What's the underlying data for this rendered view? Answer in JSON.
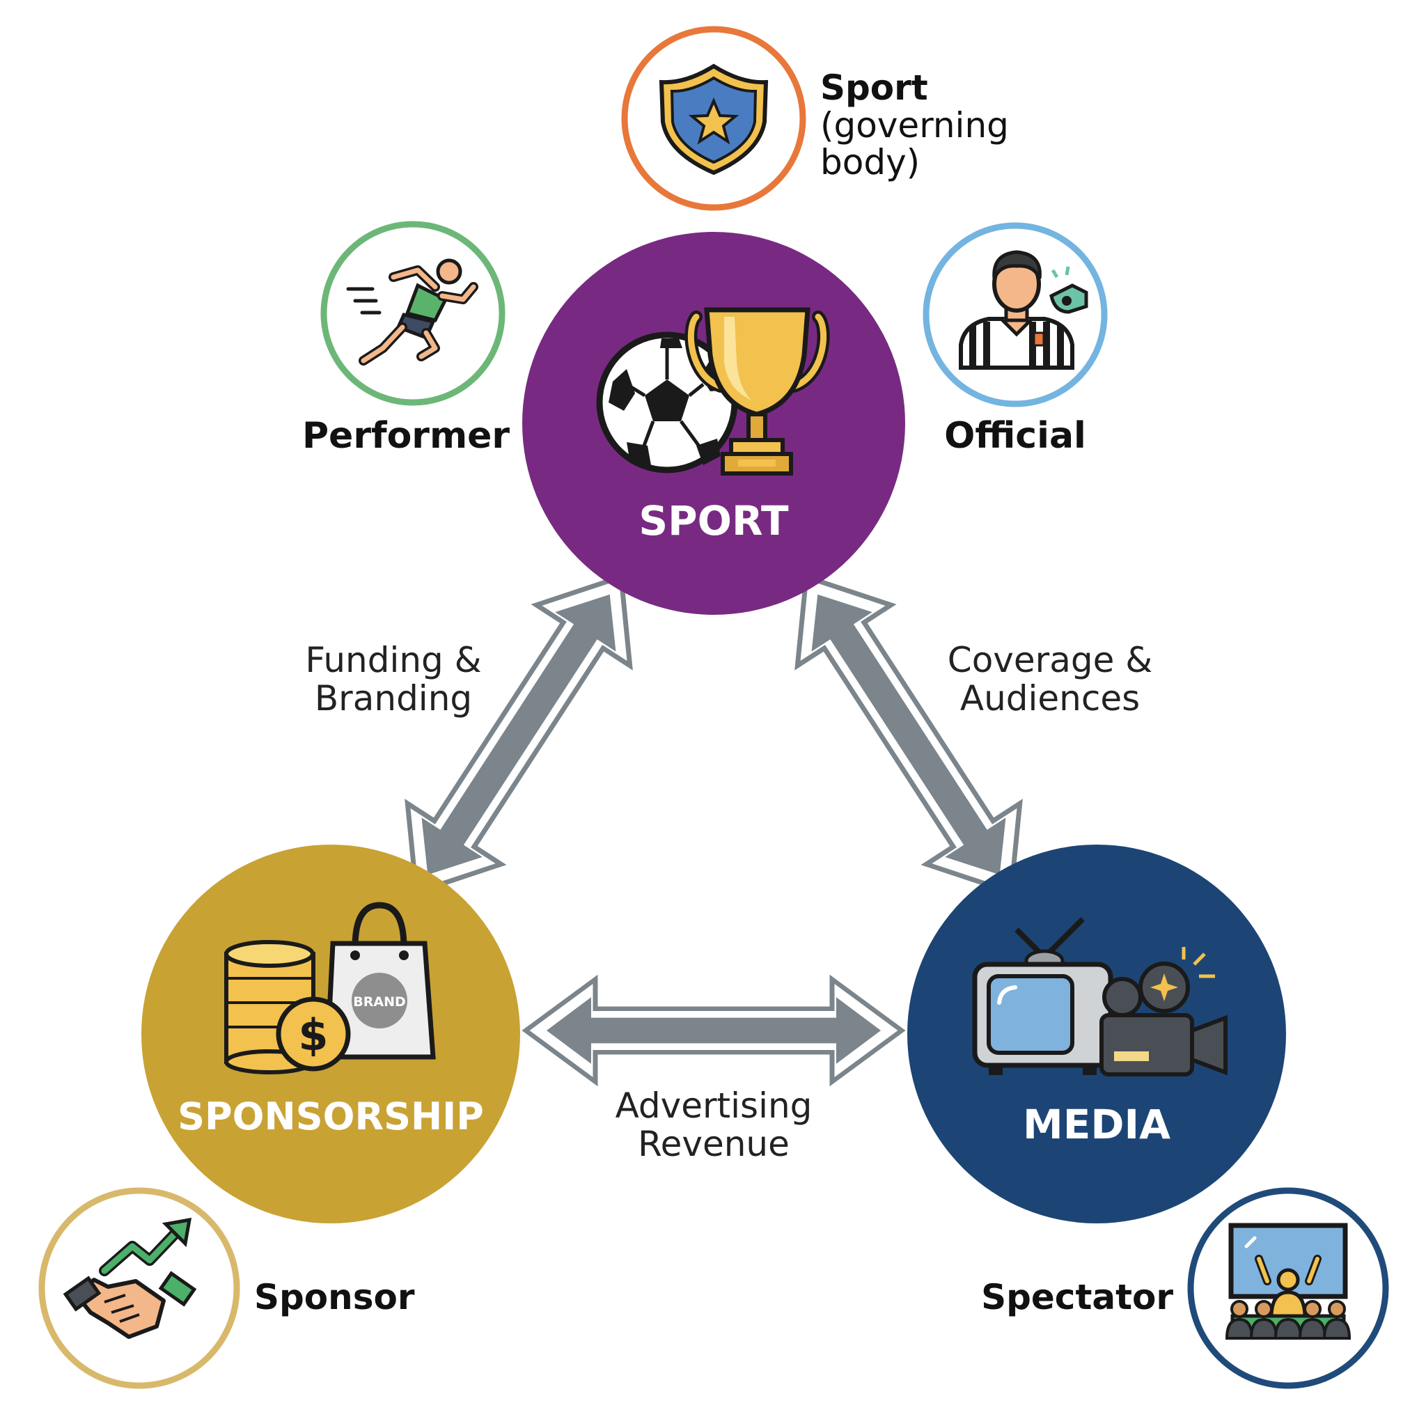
{
  "hubs": {
    "sport": {
      "label": "SPORT",
      "color": "#782a82"
    },
    "sponsorship": {
      "label": "SPONSORSHIP",
      "color": "#c9a234"
    },
    "media": {
      "label": "MEDIA",
      "color": "#1c4575"
    }
  },
  "roles": {
    "governing": {
      "title": "Sport",
      "subtitle_line1": "(governing",
      "subtitle_line2": "body)",
      "ring_color": "#e8773a",
      "icon": "shield-star-icon"
    },
    "performer": {
      "label": "Performer",
      "ring_color": "#6cb777",
      "icon": "runner-icon"
    },
    "official": {
      "label": "Official",
      "ring_color": "#73b4e0",
      "icon": "referee-icon"
    },
    "sponsor": {
      "label": "Sponsor",
      "ring_color": "#d8b86a",
      "icon": "handshake-growth-icon"
    },
    "spectator": {
      "label": "Spectator",
      "ring_color": "#1f4b7a",
      "icon": "crowd-screen-icon"
    }
  },
  "links": {
    "sport_sponsorship": {
      "line1": "Funding &",
      "line2": "Branding"
    },
    "sport_media": {
      "line1": "Coverage &",
      "line2": "Audiences"
    },
    "sponsorship_media": {
      "line1": "Advertising",
      "line2": "Revenue"
    }
  },
  "arrow_color": "#7b858b"
}
